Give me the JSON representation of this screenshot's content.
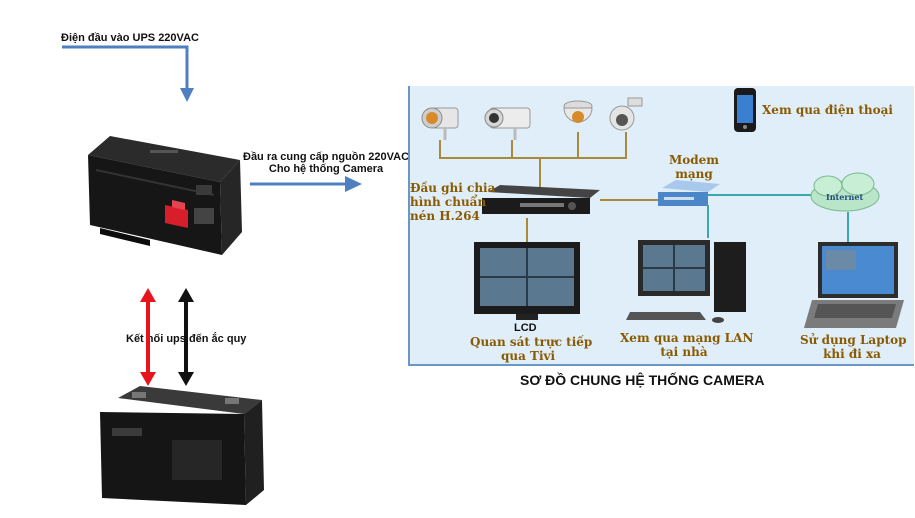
{
  "labels": {
    "input_power": "Điện đầu vào UPS 220VAC",
    "output_line1": "Đầu ra cung cấp nguồn 220VAC",
    "output_line2": "Cho hệ thống Camera",
    "battery_link": "Kết nối ups đến ắc quy"
  },
  "diagram": {
    "title": "SƠ ĐỒ CHUNG HỆ THỐNG CAMERA",
    "phone": "Xem qua điện thoại",
    "dvr": [
      "Đầu ghi chia",
      "hình chuẩn",
      "nén H.264"
    ],
    "modem": [
      "Modem",
      "mạng"
    ],
    "internet": "Internet",
    "lcd": "LCD",
    "tv": [
      "Quan sát trực tiếp",
      "qua Tivi"
    ],
    "lan": [
      "Xem qua mạng LAN",
      "tại nhà"
    ],
    "laptop": [
      "Sử dụng Laptop",
      "khi đi xa"
    ]
  },
  "colors": {
    "arrow_blue": "#4f7fc0",
    "arrow_red": "#e8141b",
    "arrow_black": "#111111",
    "cable_gold": "#a88a3a",
    "cable_teal": "#3aa6b0",
    "panel_bg": "#dfeef8"
  }
}
